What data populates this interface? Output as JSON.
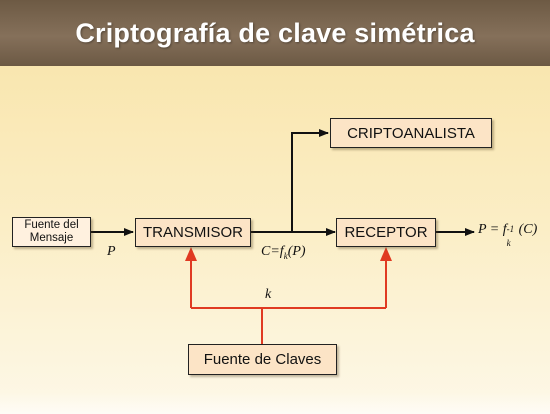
{
  "title": "Criptografía de clave simétrica",
  "boxes": {
    "source_line1": "Fuente del",
    "source_line2": "Mensaje",
    "transmitter": "TRANSMISOR",
    "receiver": "RECEPTOR",
    "cryptanalyst": "CRIPTOANALISTA",
    "key_source": "Fuente de Claves"
  },
  "labels": {
    "plaintext": "P",
    "key": "k",
    "ciphertext": {
      "prefix": "C=f",
      "sub": "k",
      "suffix": "(P)"
    },
    "decrypted": {
      "prefix": "P = f",
      "sup": "-1",
      "sub": "k",
      "suffix": "(C)"
    }
  },
  "colors": {
    "title_bar": "#75624c",
    "box_fill": "#fce4c6",
    "arrow_black": "#111111",
    "arrow_key": "#e03a22"
  }
}
